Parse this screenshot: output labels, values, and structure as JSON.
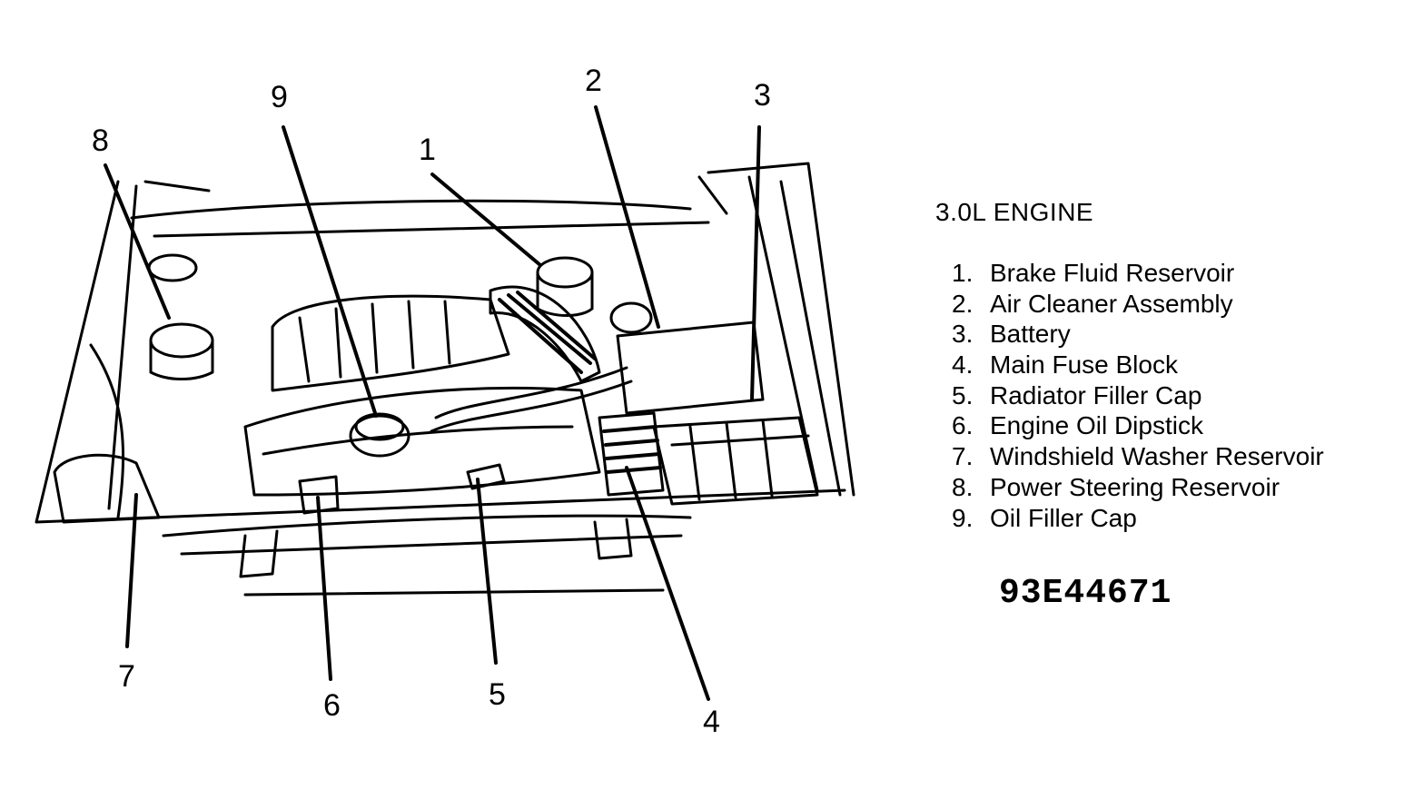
{
  "engine_title": "3.0L ENGINE",
  "legend": [
    {
      "number": "1.",
      "label": "Brake Fluid Reservoir"
    },
    {
      "number": "2.",
      "label": "Air Cleaner Assembly"
    },
    {
      "number": "3.",
      "label": "Battery"
    },
    {
      "number": "4.",
      "label": "Main Fuse Block"
    },
    {
      "number": "5.",
      "label": "Radiator Filler Cap"
    },
    {
      "number": "6.",
      "label": "Engine Oil Dipstick"
    },
    {
      "number": "7.",
      "label": "Windshield Washer Reservoir"
    },
    {
      "number": "8.",
      "label": "Power Steering Reservoir"
    },
    {
      "number": "9.",
      "label": "Oil Filler Cap"
    }
  ],
  "callouts": [
    "1",
    "2",
    "3",
    "4",
    "5",
    "6",
    "7",
    "8",
    "9"
  ],
  "figure_code": "93E44671"
}
